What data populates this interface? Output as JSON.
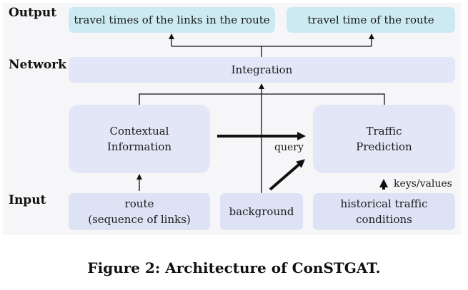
{
  "row_labels": {
    "output": "Output",
    "network": "Network",
    "input": "Input"
  },
  "output": {
    "links_times": "travel times of the links in the route",
    "route_time": "travel time of the route"
  },
  "network": {
    "integration": "Integration",
    "contextual": [
      "Contextual",
      "Information"
    ],
    "traffic": [
      "Traffic",
      "Prediction"
    ]
  },
  "input": {
    "route": [
      "route",
      "(sequence of links)"
    ],
    "background": "background",
    "historical": [
      "historical traffic",
      "conditions"
    ]
  },
  "edge_labels": {
    "query": "query",
    "keys_values": "keys/values"
  },
  "caption": "Figure 2: Architecture of ConSTGAT."
}
